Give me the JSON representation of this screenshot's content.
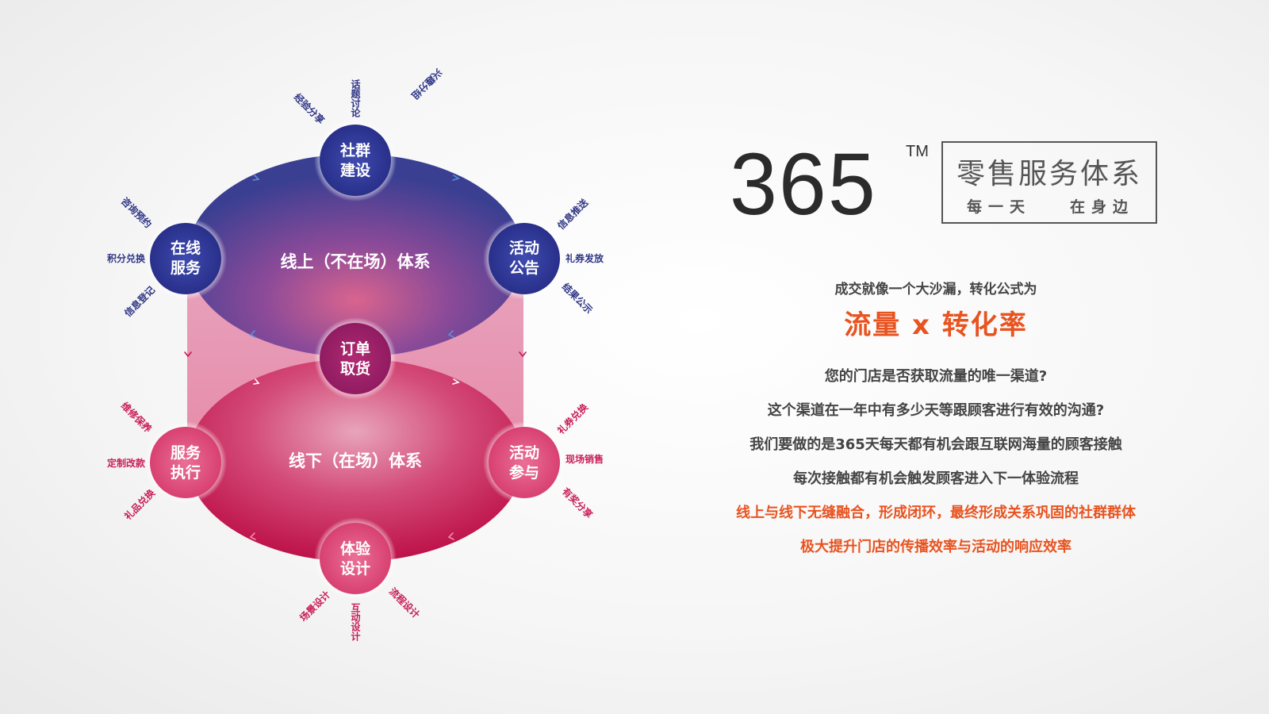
{
  "colors": {
    "online_blue": "#3a3f92",
    "offline_red": "#c4174f",
    "accent_orange": "#e8531f",
    "text_dark": "#444444",
    "label_blue": "#2f3585",
    "label_red": "#c81e57"
  },
  "diagram": {
    "online_ellipse_label": "线上（不在场）体系",
    "offline_ellipse_label": "线下（在场）体系",
    "nodes": {
      "community": {
        "label1": "社群",
        "label2": "建设",
        "labels": [
          "话题讨论",
          "经验分享",
          "兴趣分组"
        ]
      },
      "activity_notice": {
        "label1": "活动",
        "label2": "公告",
        "labels": [
          "信息推送",
          "礼券发放",
          "结果公示"
        ]
      },
      "online_service": {
        "label1": "在线",
        "label2": "服务",
        "labels": [
          "咨询预约",
          "积分兑换",
          "信息登记"
        ]
      },
      "order_pickup": {
        "label1": "订单",
        "label2": "取货"
      },
      "service_execution": {
        "label1": "服务",
        "label2": "执行",
        "labels": [
          "维修保养",
          "定制改款",
          "礼品兑换"
        ]
      },
      "activity_participation": {
        "label1": "活动",
        "label2": "参与",
        "labels": [
          "礼券兑换",
          "现场销售",
          "有奖分享"
        ]
      },
      "experience_design": {
        "label1": "体验",
        "label2": "设计",
        "labels": [
          "互动设计",
          "场景设计",
          "流程设计"
        ]
      }
    }
  },
  "brand": {
    "number": "365",
    "tm": "TM",
    "title": "零售服务体系",
    "slogan_1": "每一天",
    "slogan_2": "在身边"
  },
  "text": {
    "intro": "成交就像一个大沙漏，转化公式为",
    "formula": "流量 x 转化率",
    "questions": [
      "您的门店是否获取流量的唯一渠道?",
      "这个渠道在一年中有多少天等跟顾客进行有效的沟通?",
      "我们要做的是365天每天都有机会跟互联网海量的顾客接触",
      "每次接触都有机会触发顾客进入下一体验流程"
    ],
    "highlights": [
      "线上与线下无缝融合，形成闭环，最终形成关系巩固的社群群体",
      "极大提升门店的传播效率与活动的响应效率"
    ]
  }
}
